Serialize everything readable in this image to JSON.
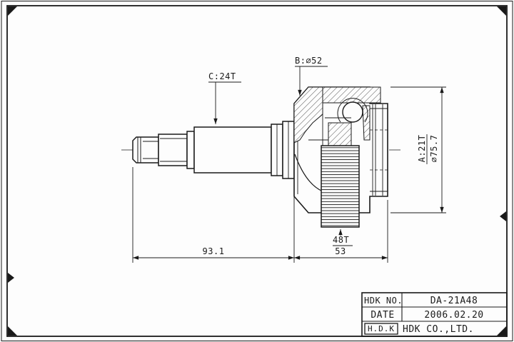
{
  "page": {
    "background": "#fdfdfd",
    "line_color": "#1a1a1a"
  },
  "drawing": {
    "labels": {
      "dim_b": "B:∅52",
      "dim_c": "C:24T",
      "dim_a": "A:21T",
      "outer_diameter": "∅75.7",
      "shaft_length": "93.1",
      "joint_length": "53",
      "tone_ring_teeth": "48T"
    }
  },
  "title_block": {
    "rows": [
      {
        "label": "HDK NO.",
        "value": "DA-21A48"
      },
      {
        "label": "DATE",
        "value": "2006.02.20"
      },
      {
        "label": "H.D.K",
        "value": "HDK CO.,LTD."
      }
    ]
  }
}
